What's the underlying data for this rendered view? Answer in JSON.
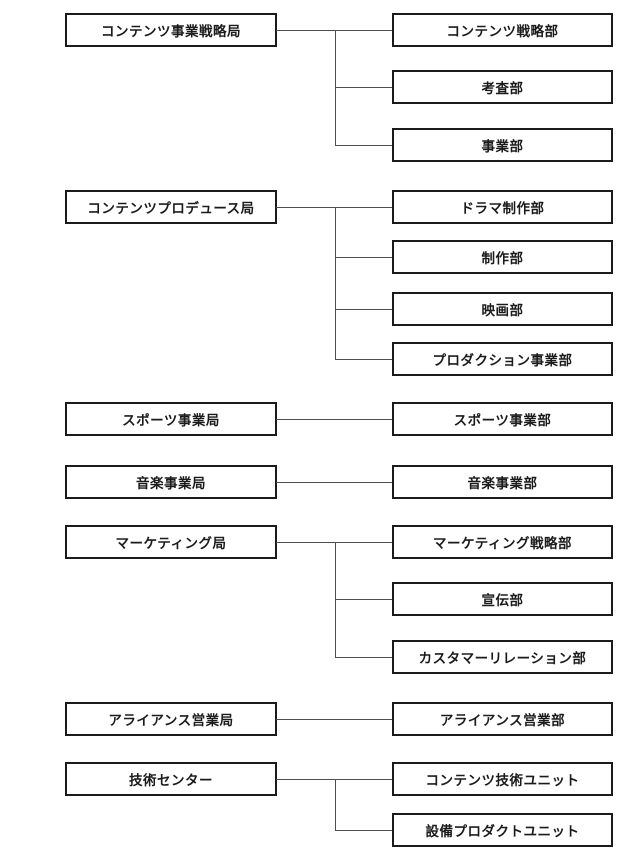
{
  "org": {
    "groups": [
      {
        "parent": {
          "label": "コンテンツ事業戦略局"
        },
        "children": [
          {
            "label": "コンテンツ戦略部"
          },
          {
            "label": "考査部"
          },
          {
            "label": "事業部"
          }
        ]
      },
      {
        "parent": {
          "label": "コンテンツプロデュース局"
        },
        "children": [
          {
            "label": "ドラマ制作部"
          },
          {
            "label": "制作部"
          },
          {
            "label": "映画部"
          },
          {
            "label": "プロダクション事業部"
          }
        ]
      },
      {
        "parent": {
          "label": "スポーツ事業局"
        },
        "children": [
          {
            "label": "スポーツ事業部"
          }
        ]
      },
      {
        "parent": {
          "label": "音楽事業局"
        },
        "children": [
          {
            "label": "音楽事業部"
          }
        ]
      },
      {
        "parent": {
          "label": "マーケティング局"
        },
        "children": [
          {
            "label": "マーケティング戦略部"
          },
          {
            "label": "宣伝部"
          },
          {
            "label": "カスタマーリレーション部"
          }
        ]
      },
      {
        "parent": {
          "label": "アライアンス営業局"
        },
        "children": [
          {
            "label": "アライアンス営業部"
          }
        ]
      },
      {
        "parent": {
          "label": "技術センター"
        },
        "children": [
          {
            "label": "コンテンツ技術ユニット"
          },
          {
            "label": "設備プロダクトユニット"
          }
        ]
      }
    ]
  },
  "colors": {
    "background": "#ffffff",
    "box_border": "#1b1b1b",
    "box_text": "#1b1b1b",
    "connector": "#4f4f4f"
  }
}
